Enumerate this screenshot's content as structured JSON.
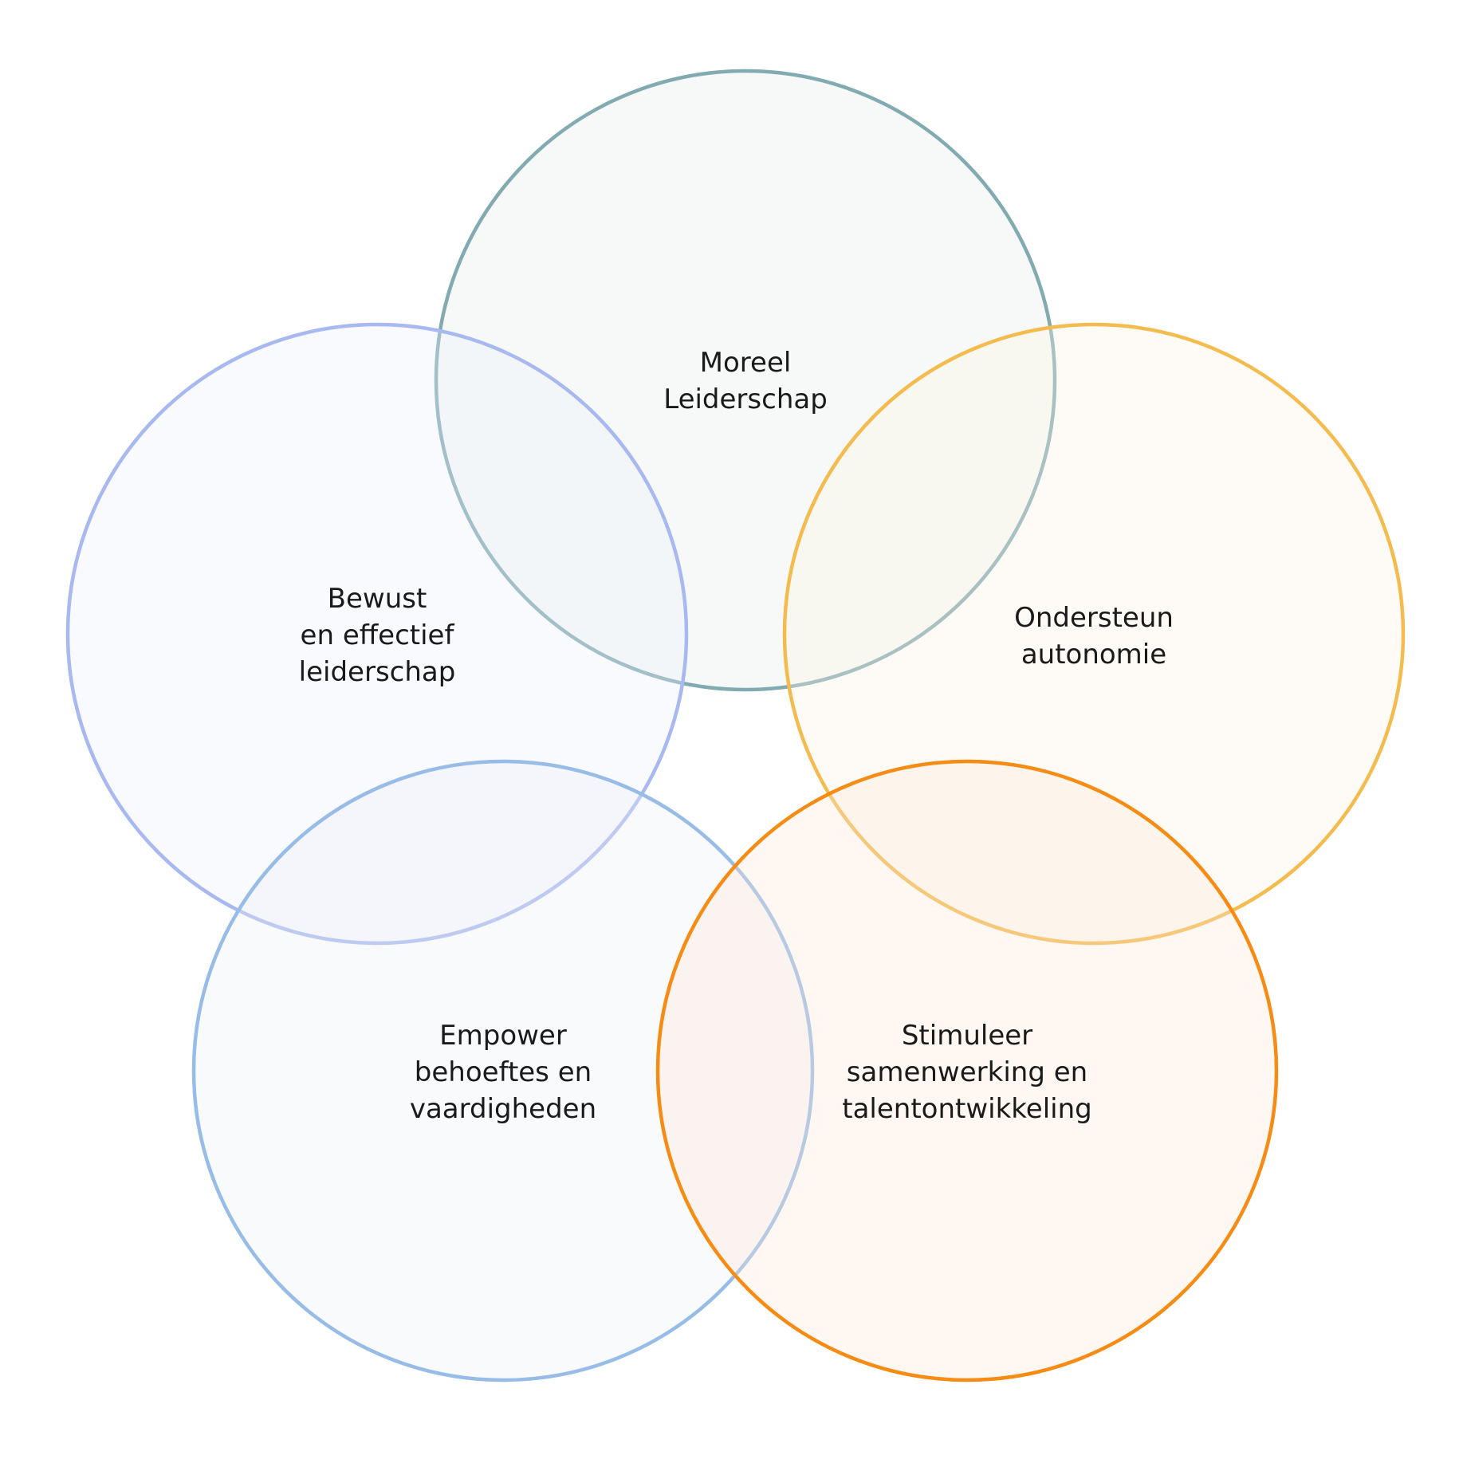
{
  "diagram": {
    "circles": [
      {
        "id": "moreel",
        "lines": [
          "Moreel",
          "Leiderschap"
        ],
        "stroke": "#82aab1",
        "fill": "#e3ebe5"
      },
      {
        "id": "bewust",
        "lines": [
          "Bewust",
          "en effectief",
          "leiderschap"
        ],
        "stroke": "#a8b8f0",
        "fill": "#e8eefb"
      },
      {
        "id": "ondersteun",
        "lines": [
          "Ondersteun",
          "autonomie"
        ],
        "stroke": "#f4bc4e",
        "fill": "#fdf3e2"
      },
      {
        "id": "empower",
        "lines": [
          "Empower",
          "behoeftes en",
          "vaardigheden"
        ],
        "stroke": "#98bce8",
        "fill": "#ebf0f7"
      },
      {
        "id": "stimuleer",
        "lines": [
          "Stimuleer",
          "samenwerking en",
          "talentontwikkeling"
        ],
        "stroke": "#f78c15",
        "fill": "#fde7d6"
      }
    ]
  }
}
